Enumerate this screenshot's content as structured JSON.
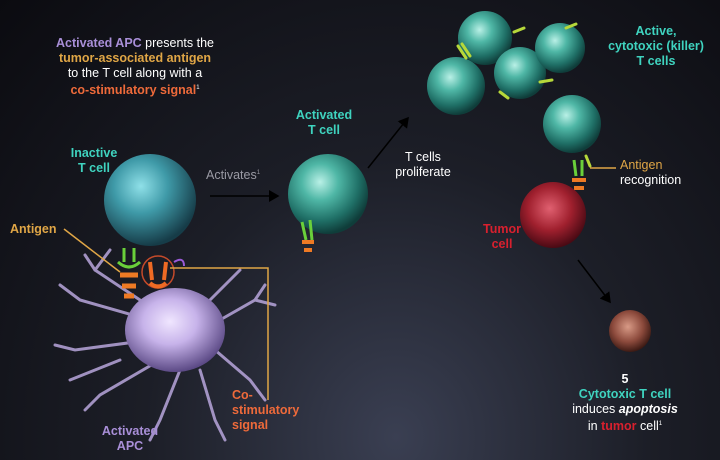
{
  "apc_caption": {
    "part1": "Activated APC",
    "part2": " presents the",
    "part3": "tumor-associated antigen",
    "part4": "to the T cell along with a",
    "part5": "co-stimulatory signal",
    "sup": "1"
  },
  "inactive_t_cell": {
    "line1": "Inactive",
    "line2": "T cell"
  },
  "antigen_left": "Antigen",
  "activates": {
    "text": "Activates",
    "sup": "1"
  },
  "activated_t_cell": {
    "line1": "Activated",
    "line2": "T cell"
  },
  "proliferate": {
    "line1": "T cells",
    "line2": "proliferate"
  },
  "killer_cells": {
    "line1": "Active,",
    "line2": "cytotoxic (killer)",
    "line3": "T cells"
  },
  "antigen_recognition": {
    "line1": "Antigen",
    "line2": "recognition"
  },
  "tumor_cell": {
    "line1": "Tumor",
    "line2": "cell"
  },
  "costim": {
    "line1": "Co-",
    "line2": "stimulatory",
    "line3": "signal"
  },
  "activated_apc": {
    "line1": "Activated",
    "line2": "APC"
  },
  "apoptosis": {
    "number": "5",
    "line1": "Cytotoxic T cell",
    "line2a": "induces ",
    "line2b": "apoptosis",
    "line3a": "in ",
    "line3b": "tumor",
    "line3c": " cell",
    "sup": "1"
  },
  "colors": {
    "teal_label": "#3fd3bf",
    "purple_label": "#a98fd8",
    "gold_label": "#e0a646",
    "orange_label": "#ee6a3a",
    "tumor_red": "#d8202e"
  }
}
